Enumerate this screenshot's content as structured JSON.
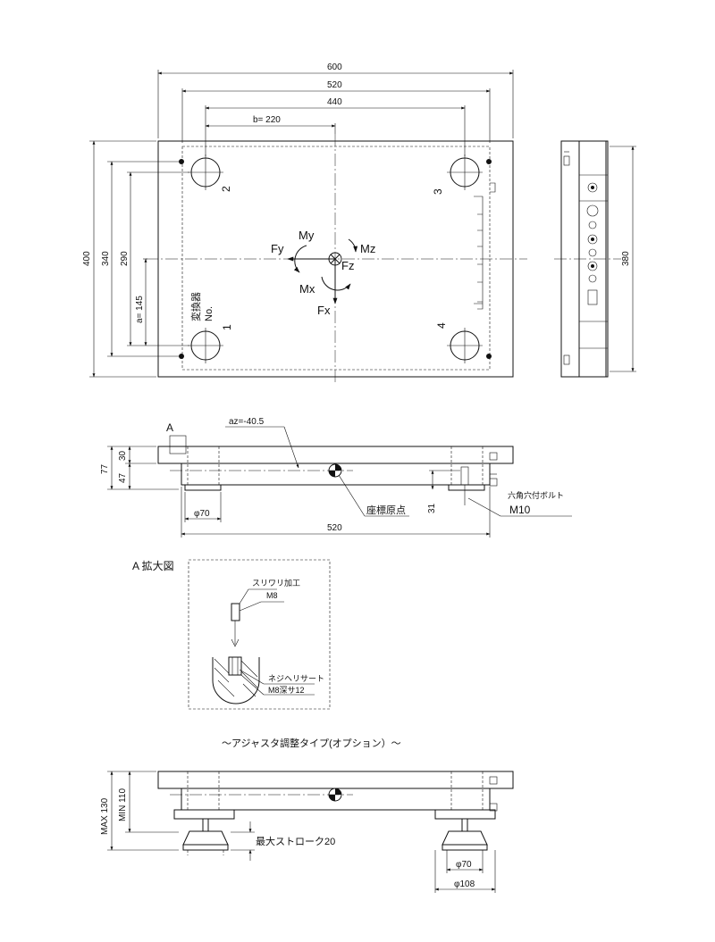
{
  "top_view": {
    "dims": {
      "w600": "600",
      "w520": "520",
      "w440": "440",
      "b220": "b= 220",
      "h400": "400",
      "h340": "340",
      "h290": "290",
      "a145": "a= 145",
      "h380": "380"
    },
    "hole_labels": [
      "1",
      "2",
      "3",
      "4"
    ],
    "sensor_no": "変換器\nNo.",
    "axes": {
      "fx": "Fx",
      "fy": "Fy",
      "fz": "Fz",
      "mx": "Mx",
      "my": "My",
      "mz": "Mz"
    }
  },
  "front_view": {
    "label_a": "A",
    "az": "az=-40.5",
    "d77": "77",
    "d30": "30",
    "d47": "47",
    "d31": "31",
    "phi70": "φ70",
    "w520": "520",
    "origin_label": "座標原点",
    "bolt_label": "六角穴付ボルト",
    "bolt_size": "M10"
  },
  "detail_a": {
    "title": "A 拡大図",
    "spot_face": "スリワリ加工",
    "m8": "M8",
    "insert": "ネジヘリサート",
    "insert_spec": "M8深サ12"
  },
  "adjuster": {
    "title": "～アジャスタ調整タイプ(オプション）～",
    "max130": "MAX 130",
    "min110": "MIN 110",
    "stroke": "最大ストローク20",
    "phi70": "φ70",
    "phi108": "φ108"
  }
}
